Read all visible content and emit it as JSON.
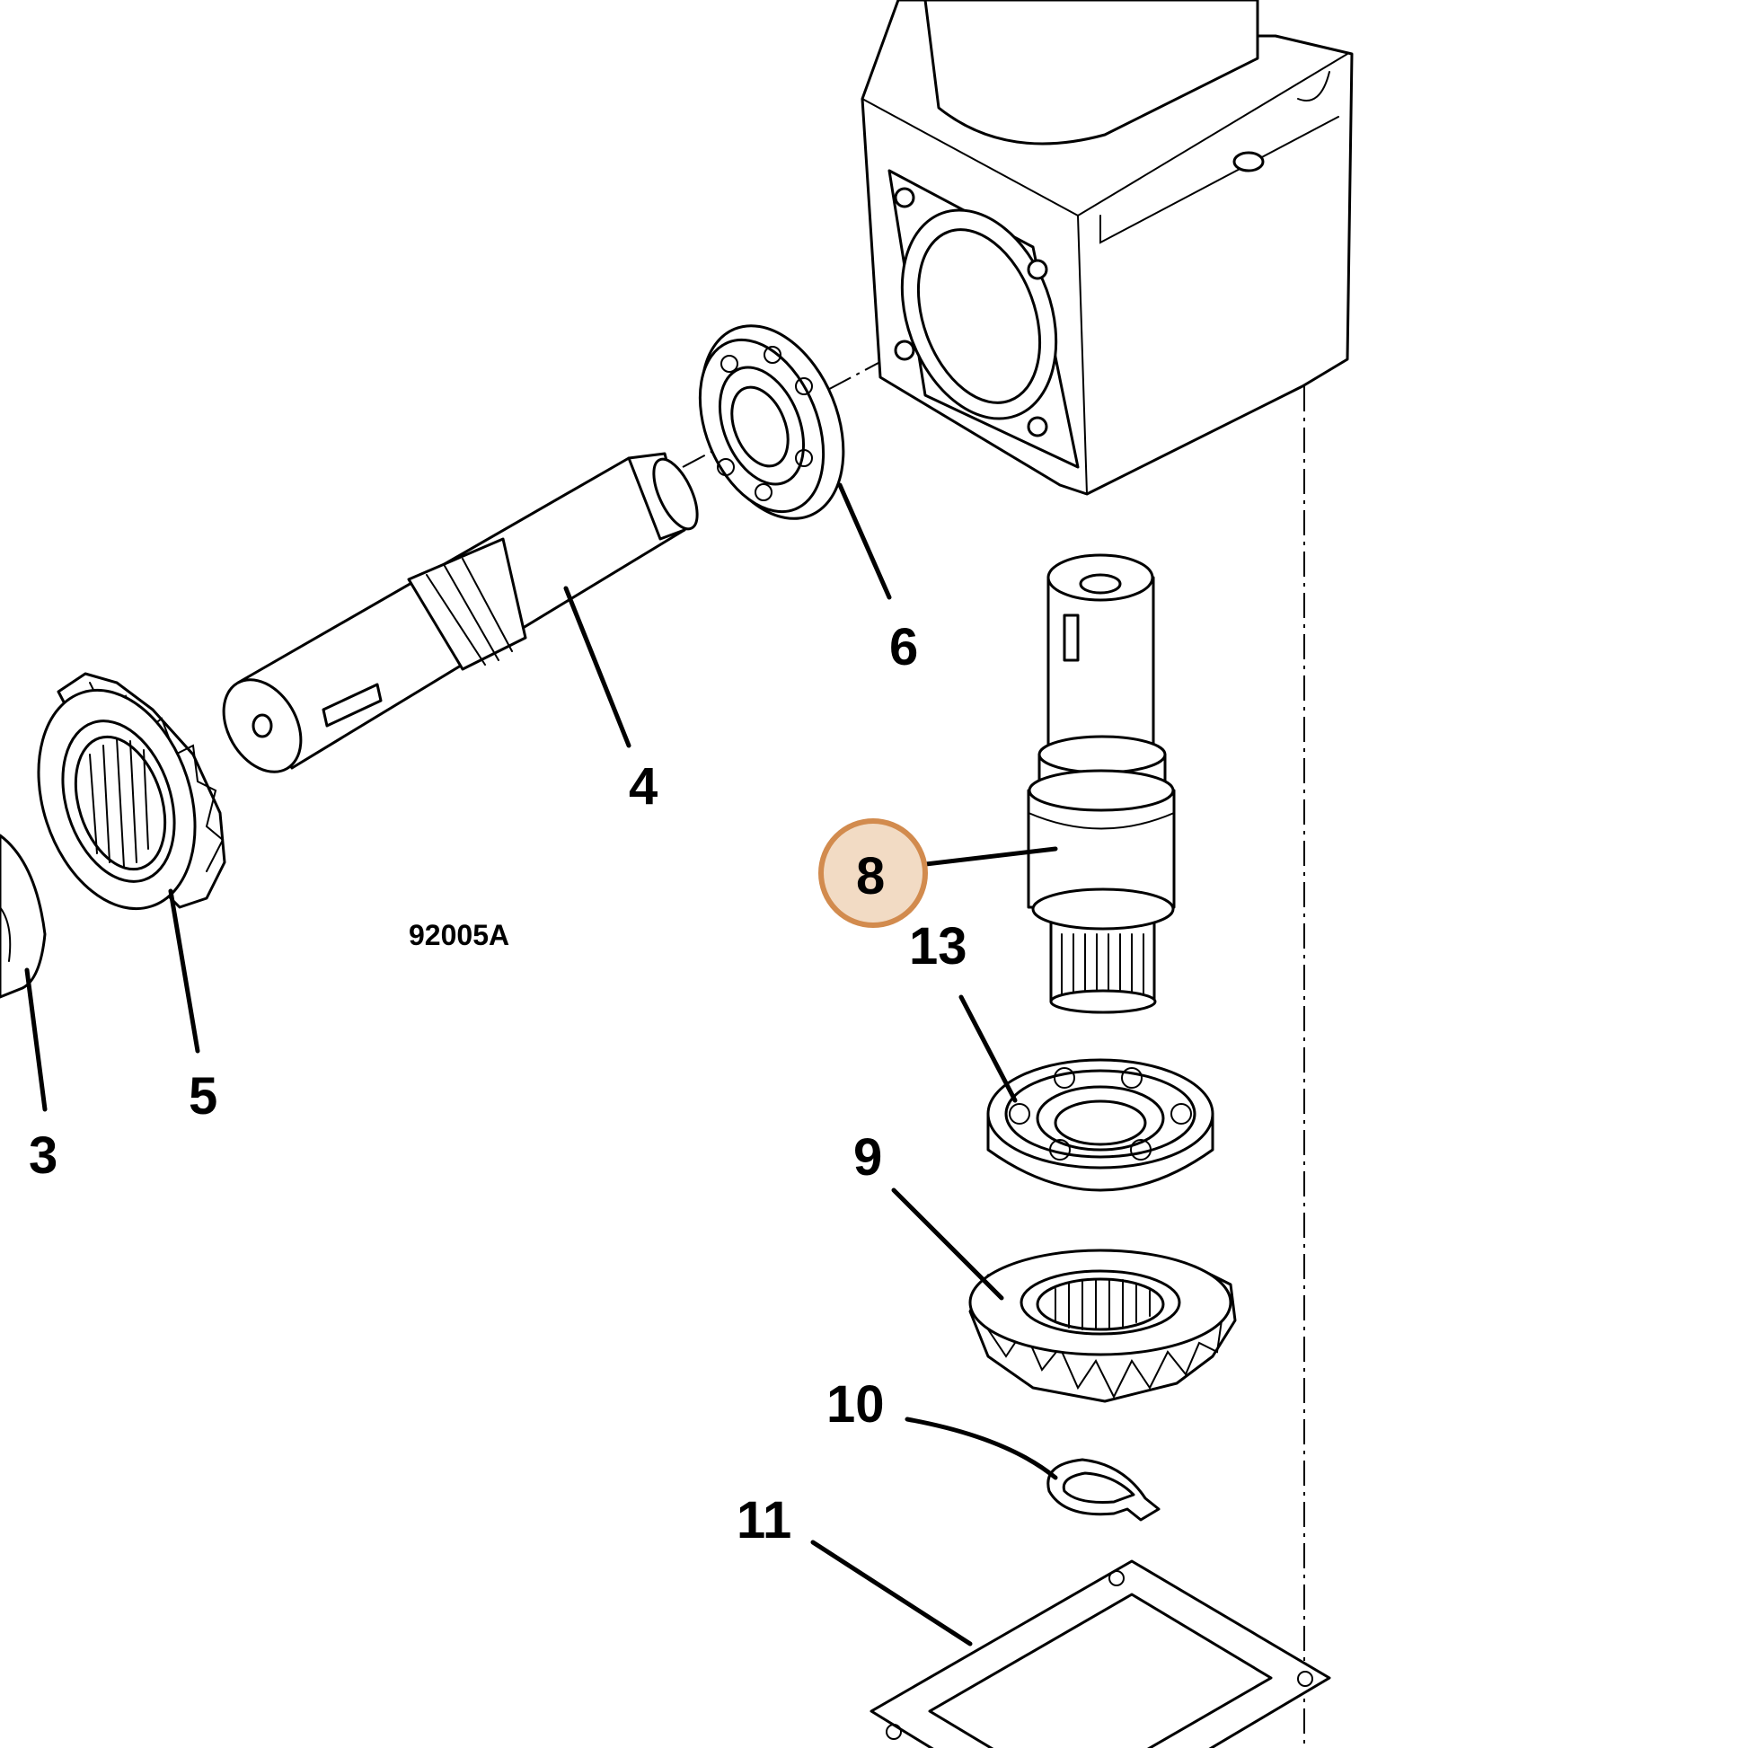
{
  "drawing_number": "92005A",
  "highlight": {
    "callout": "8",
    "fill": "#f2dbc4",
    "stroke": "#d28b4e"
  },
  "callouts": [
    {
      "id": "3",
      "label": "3"
    },
    {
      "id": "4",
      "label": "4"
    },
    {
      "id": "5",
      "label": "5"
    },
    {
      "id": "6",
      "label": "6"
    },
    {
      "id": "8",
      "label": "8"
    },
    {
      "id": "9",
      "label": "9"
    },
    {
      "id": "10",
      "label": "10"
    },
    {
      "id": "11",
      "label": "11"
    },
    {
      "id": "13",
      "label": "13"
    }
  ]
}
